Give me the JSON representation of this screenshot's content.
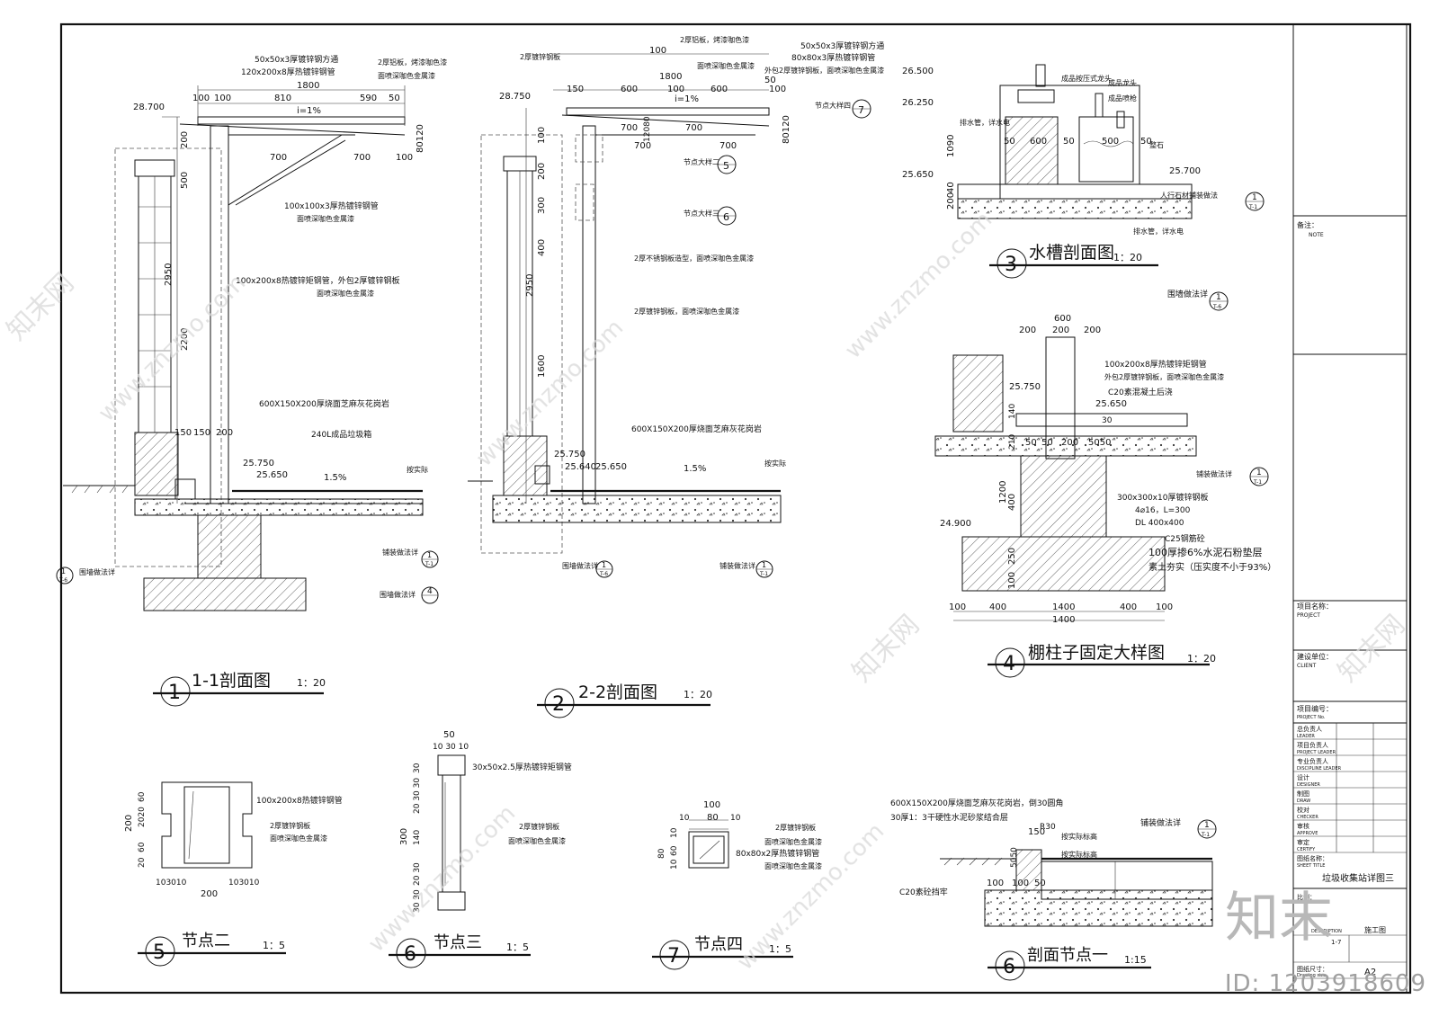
{
  "views": {
    "v1": {
      "num": "1",
      "title": "1-1剖面图",
      "scale": "1：20"
    },
    "v2": {
      "num": "2",
      "title": "2-2剖面图",
      "scale": "1：20"
    },
    "v3": {
      "num": "3",
      "title": "水槽剖面图",
      "scale": "1：20"
    },
    "v4": {
      "num": "4",
      "title": "棚柱子固定大样图",
      "scale": "1：20"
    },
    "v5": {
      "num": "5",
      "title": "节点二",
      "scale": "1：5"
    },
    "v6": {
      "num": "6",
      "title": "节点三",
      "scale": "1：5"
    },
    "v7": {
      "num": "7",
      "title": "节点四",
      "scale": "1：5"
    },
    "v8": {
      "num": "6",
      "title": "剖面节点一",
      "scale": "1:15"
    }
  },
  "s1": {
    "notes": {
      "a": "50x50x3厚镀锌钢方通",
      "b": "120x200x8厚热镀锌钢管",
      "c": "2厚铝板，烤漆咖色漆",
      "d": "面喷深咖色金属漆",
      "e": "100x100x3厚热镀锌钢管",
      "f": "面喷深咖色金属漆",
      "g": "100x200x8热镀锌矩钢管，外包2厚镀锌钢板",
      "h": "面喷深咖色金属漆",
      "i": "600X150X200厚烧面芝麻灰花岗岩",
      "j": "240L成品垃圾箱",
      "k": "按实际",
      "l": "铺装做法详",
      "m": "围墙做法详",
      "n": "围墙做法详"
    },
    "dims": {
      "d1800": "1800",
      "d100a": "100",
      "d100b": "100",
      "d810": "810",
      "d590": "590",
      "d50": "50",
      "d100c": "100",
      "slope": "i=1%",
      "d200": "200",
      "d500": "500",
      "d700a": "700",
      "d700b": "700",
      "d8010": "80120",
      "d100d": "100",
      "d2950": "2950",
      "d2200": "2200",
      "d150a": "150",
      "d150b": "150",
      "d200b": "200",
      "el1": "28.700",
      "el2": "25.750",
      "el3": "25.650",
      "grade": "1.5%"
    },
    "refs": {
      "r1n": "1",
      "r1d": "T-1",
      "r2n": "4",
      "r3n": "1",
      "r3d": "T-6"
    }
  },
  "s2": {
    "notes": {
      "a": "2厚铝板，烤漆咖色漆",
      "b": "2厚镀锌钢板",
      "c": "面喷深咖色金属漆",
      "d": "50x50x3厚镀锌钢方通",
      "e": "80x80x3厚热镀锌钢管",
      "f": "外包2厚镀锌钢板，面喷深咖色金属漆",
      "g": "节点大样四",
      "h": "节点大样二",
      "i": "节点大样三",
      "j": "2厚不锈钢板造型，面喷深咖色金属漆",
      "k": "2厚镀锌钢板，面喷深咖色金属漆",
      "l": "600X150X200厚烧面芝麻灰花岗岩",
      "m": "按实际",
      "n": "围墙做法详",
      "o": "铺装做法详"
    },
    "dims": {
      "d100a": "100",
      "d1800": "1800",
      "d150": "150",
      "d600a": "600",
      "d100b": "100",
      "d600b": "600",
      "d50": "50",
      "d100c": "100",
      "slope": "i=1%",
      "d700a": "700",
      "d700b": "700",
      "d700c": "700",
      "d12080": "12080",
      "d8010": "80120",
      "d200": "200",
      "d100d": "100",
      "d300": "300",
      "d400": "400",
      "d2950": "2950",
      "d1600": "1600",
      "el1": "28.750",
      "el2": "25.750",
      "el3": "25.640",
      "el4": "25.650",
      "grade": "1.5%"
    },
    "refs": {
      "r7": "7",
      "r5": "5",
      "r6": "6",
      "r1n": "1",
      "r1d": "T-6",
      "r2n": "1",
      "r2d": "T-1"
    }
  },
  "s3": {
    "notes": {
      "a": "成品按压式龙头",
      "b": "成品龙头",
      "c": "成品喷枪",
      "d": "排水管，详水电",
      "e": "整石",
      "f": "人行石材铺装做法",
      "g": "排水管，详水电"
    },
    "dims": {
      "el1": "26.500",
      "el2": "26.250",
      "el3": "25.650",
      "el4": "25.700",
      "d1090": "1090",
      "d200": "200",
      "d40": "40",
      "d50a": "50",
      "d600": "600",
      "d50b": "50",
      "d500": "500",
      "d50c": "50"
    },
    "refs": {
      "r1n": "1",
      "r1d": "T-1"
    }
  },
  "s4": {
    "notes": {
      "a": "围墙做法详",
      "b": "100x200x8厚热镀锌矩钢管",
      "c": "外包2厚镀锌钢板，面喷深咖色金属漆",
      "d": "C20素混凝土后浇",
      "e": "铺装做法详",
      "f": "300x300x10厚镀锌钢板",
      "g": "4⌀16，L=300",
      "h": "DL 400x400",
      "i": "C25钢筋砼",
      "j": "100厚掺6%水泥石粉垫层",
      "k": "素土夯实（压实度不小于93%）"
    },
    "dims": {
      "d600": "600",
      "d200a": "200",
      "d200b": "200",
      "d200c": "200",
      "el1": "25.750",
      "el2": "25.650",
      "el3": "24.900",
      "d140": "140",
      "d210": "210",
      "d50a": "50",
      "d50b": "50",
      "d200d": "200",
      "d5050": "5050",
      "d30": "30",
      "d1200": "1200",
      "d400": "400",
      "d250": "250",
      "d100": "100",
      "d100a": "100",
      "d400a": "400",
      "d1400a": "1400",
      "d400b": "400",
      "d100b": "100",
      "d1400": "1400"
    },
    "refs": {
      "r1n": "1",
      "r1d": "T-6",
      "r2n": "1",
      "r2d": "T-1"
    }
  },
  "s5": {
    "notes": {
      "a": "100x200x8热镀锌钢管",
      "b": "2厚镀锌钢板",
      "c": "面喷深咖色金属漆"
    },
    "dims": {
      "h200": "200",
      "h60a": "60",
      "h2020": "2020",
      "h60b": "60",
      "h20": "20",
      "w1": "103010",
      "w2": "103010",
      "w200": "200"
    }
  },
  "s6": {
    "notes": {
      "a": "30x50x2.5厚热镀锌矩钢管",
      "b": "2厚镀锌钢板",
      "c": "面喷深咖色金属漆"
    },
    "dims": {
      "w50": "50",
      "w103010": "10 30 10",
      "h30a": "30",
      "h203030": "20 30 30",
      "h300": "300",
      "h140": "140",
      "h2030": "20 30",
      "h3030": "30 30"
    }
  },
  "s7": {
    "notes": {
      "a": "2厚镀锌钢板",
      "b": "面喷深咖色金属漆",
      "c": "80x80x2厚热镀锌钢管",
      "d": "面喷深咖色金属漆"
    },
    "dims": {
      "w100": "100",
      "w10a": "10",
      "w80": "80",
      "w10b": "10",
      "h80": "80",
      "h10": "10",
      "h60": "60",
      "h10b": "10"
    }
  },
  "s8": {
    "notes": {
      "a": "600X150X200厚烧面芝麻灰花岗岩，倒30圆角",
      "b": "30厚1：3干硬性水泥砂浆结合层",
      "c": "铺装做法详",
      "d": "按实际标高",
      "e": "按实际标高",
      "f": "C20素砼挡牢"
    },
    "dims": {
      "d150": "150",
      "d50": "50",
      "d100": "100",
      "d100b": "100",
      "r30": "R30",
      "h5050": "5050"
    },
    "refs": {
      "r1n": "1",
      "r1d": "T-1"
    }
  },
  "titleblock": {
    "note_cn": "备注：",
    "note_en": "NOTE",
    "project_cn": "项目名称：",
    "project_en": "PROJECT",
    "client_cn": "建设单位：",
    "client_en": "CLIENT",
    "projno_cn": "项目编号：",
    "projno_en": "PROJECT No.",
    "rows": [
      {
        "cn": "总负责人",
        "en": "LEADER"
      },
      {
        "cn": "项目负责人",
        "en": "PROJECT LEADER"
      },
      {
        "cn": "专业负责人",
        "en": "DISCIPLINE LEADER"
      },
      {
        "cn": "设计",
        "en": "DESIGNER"
      },
      {
        "cn": "制图",
        "en": "DRAW"
      },
      {
        "cn": "校对",
        "en": "CHECKER"
      },
      {
        "cn": "审核",
        "en": "APPROVE"
      },
      {
        "cn": "审定",
        "en": "CERTIFY"
      }
    ],
    "sheet_title_cn": "图纸名称：",
    "sheet_title_en": "SHEET TITLE",
    "sheet_title": "垃圾收集站详图三",
    "scale_cn": "比例：",
    "stage": "施工图",
    "stage_en": "DESCRIPTION",
    "sheet_no": "1-7",
    "size_cn": "图纸尺寸：",
    "size_en": "Drawing size",
    "size": "A2"
  },
  "watermark": {
    "site": "www.znzmo.com",
    "brand": "知末网",
    "logo": "知末",
    "id": "ID: 1203918609"
  }
}
